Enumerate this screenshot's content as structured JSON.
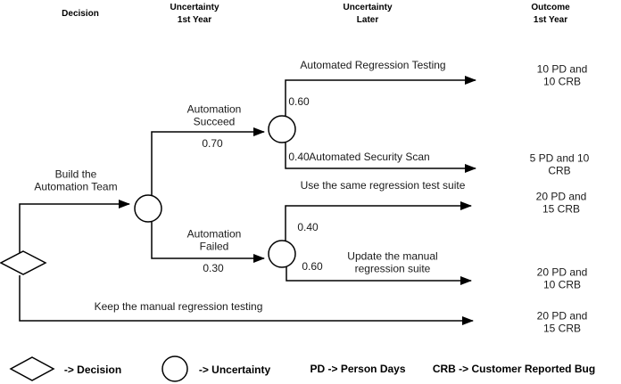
{
  "columns": {
    "decision": "Decision",
    "uncertainty_first_year": "Uncertainty\n1st Year",
    "uncertainty_later": "Uncertainty\nLater",
    "outcome_first_year": "Outcome\n1st Year"
  },
  "tree": {
    "build_team": {
      "label": "Build the\nAutomation Team"
    },
    "automation_succeed": {
      "label": "Automation\nSucceed",
      "probability": "0.70"
    },
    "automation_failed": {
      "label": "Automation\nFailed",
      "probability": "0.30"
    },
    "automated_regression_testing": {
      "label": "Automated Regression Testing",
      "probability": "0.60",
      "outcome": "10 PD and 10 CRB"
    },
    "automated_security_scan": {
      "label": "Automated Security Scan",
      "probability": "0.40",
      "outcome": "5 PD and 10 CRB"
    },
    "use_same_suite": {
      "label": "Use the same regression test suite",
      "probability": "0.40",
      "outcome": "20 PD and 15 CRB"
    },
    "update_manual_suite": {
      "label": "Update the manual\nregression suite",
      "probability": "0.60",
      "outcome": "20 PD and 10 CRB"
    },
    "keep_manual": {
      "label": "Keep the manual regression testing",
      "outcome": "20 PD and 15 CRB"
    }
  },
  "legend": {
    "decision": "-> Decision",
    "uncertainty": "-> Uncertainty",
    "pd": "PD -> Person Days",
    "crb": "CRB -> Customer Reported Bug"
  },
  "colors": {
    "line": "#000000",
    "text": "#1a1a1a",
    "background": "#ffffff"
  }
}
